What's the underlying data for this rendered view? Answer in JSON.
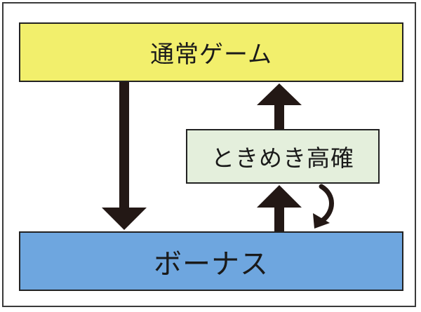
{
  "nodes": {
    "normal_game": {
      "label": "通常ゲーム",
      "color": "#f2ef6c"
    },
    "tokimeki_kakuhen": {
      "label": "ときめき高確",
      "color": "#e4efdc"
    },
    "bonus": {
      "label": "ボーナス",
      "color": "#6ea6df"
    }
  },
  "edges": [
    {
      "from": "normal_game",
      "to": "bonus"
    },
    {
      "from": "tokimeki_kakuhen",
      "to": "normal_game"
    },
    {
      "from": "bonus",
      "to": "tokimeki_kakuhen"
    },
    {
      "from": "tokimeki_kakuhen",
      "to": "bonus",
      "style": "curved"
    }
  ],
  "colors": {
    "arrow": "#231815",
    "border": "#222222"
  }
}
